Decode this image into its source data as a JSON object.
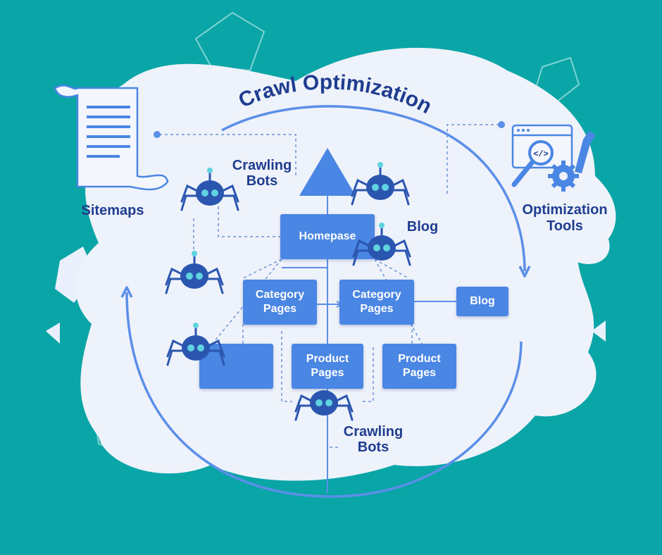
{
  "title": "Crawl Optimization",
  "labels": {
    "sitemaps": "Sitemaps",
    "crawling_bots_top": [
      "Crawling",
      "Bots"
    ],
    "crawling_bots_bottom": [
      "Crawling",
      "Bots"
    ],
    "blog_tag": "Blog",
    "optimization_tools": [
      "Optimization",
      "Tools"
    ]
  },
  "nodes": {
    "homepage": "Homepase",
    "category_left": [
      "Category",
      "Pages"
    ],
    "category_right": [
      "Category",
      "Pages"
    ],
    "blog": "Blog",
    "product_center": [
      "Product",
      "Pages"
    ],
    "product_right": [
      "Product",
      "Pages"
    ]
  },
  "icons": [
    "sitemap-document-icon",
    "optimization-tools-icon",
    "spider-bot-icon"
  ],
  "colors": {
    "background": "#0aa5a7",
    "blob": "#eef2fa",
    "node": "#4a86e3",
    "label": "#1f3d8f",
    "arrow": "#5b8fe8"
  }
}
